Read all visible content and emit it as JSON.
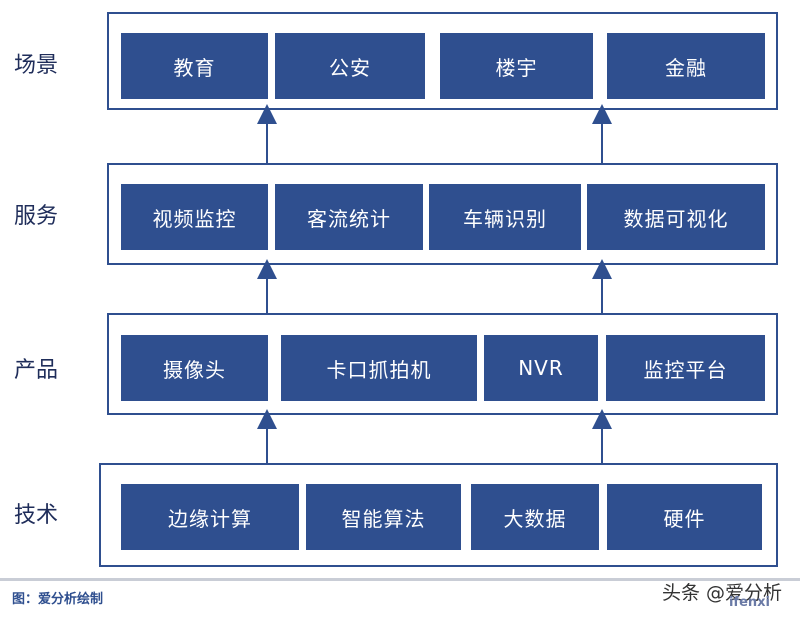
{
  "rows": [
    {
      "label": "场景",
      "boxes": [
        "教育",
        "公安",
        "楼宇",
        "金融"
      ]
    },
    {
      "label": "服务",
      "boxes": [
        "视频监控",
        "客流统计",
        "车辆识别",
        "数据可视化"
      ]
    },
    {
      "label": "产品",
      "boxes": [
        "摄像头",
        "卡口抓拍机",
        "NVR",
        "监控平台"
      ]
    },
    {
      "label": "技术",
      "boxes": [
        "边缘计算",
        "智能算法",
        "大数据",
        "硬件"
      ]
    }
  ],
  "footer": {
    "note": "图：爱分析绘制"
  },
  "watermark": {
    "text": "头条 @爱分析",
    "sub": "ifenxi"
  },
  "colors": {
    "box": "#2f4f8f",
    "border": "#2f4f8f",
    "text": "#1f2d5a"
  }
}
